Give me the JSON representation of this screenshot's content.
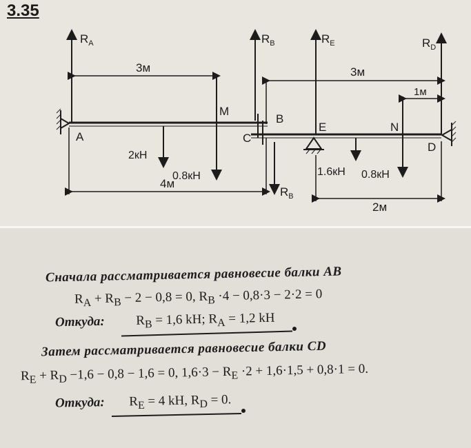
{
  "problem": {
    "number": "3.35"
  },
  "diagram": {
    "labels": {
      "RA": "R",
      "RA_sub": "A",
      "RB_top": "R",
      "RB_top_sub": "B",
      "RE": "R",
      "RE_sub": "E",
      "RD": "R",
      "RD_sub": "D",
      "RB_bottom": "R",
      "RB_bottom_sub": "B",
      "A": "A",
      "M": "M",
      "B": "B",
      "C": "C",
      "E": "E",
      "N": "N",
      "D": "D"
    },
    "dims": {
      "ab_3m": "3м",
      "cd_3m": "3м",
      "nd_1m": "1м",
      "ab_4m": "4м",
      "ed_2m": "2м"
    },
    "loads": {
      "f2": "2кН",
      "f08_left": "0.8кН",
      "f16": "1.6кН",
      "f08_right": "0.8кН"
    }
  },
  "solution": {
    "line1": "Сначала рассматривается равновесие балки AB",
    "eq1a": "R",
    "eq1a_sub": "A",
    "eq1b": " + R",
    "eq1b_sub": "B",
    "eq1c": " − 2 − 0,8 = 0,  R",
    "eq1c_sub": "B",
    "eq1d": " ·4 − 0,8·3 − 2·2 = 0",
    "res1_label": "Откуда:",
    "res1a": "R",
    "res1a_sub": "B",
    "res1b": " = 1,6 kH;     R",
    "res1b_sub": "A",
    "res1c": " = 1,2 kH",
    "line2": "Затем рассматривается равновесие балки CD",
    "eq2a": "R",
    "eq2a_sub": "E",
    "eq2b": " + R",
    "eq2b_sub": "D",
    "eq2c": " −1,6 − 0,8 − 1,6 = 0,  1,6·3 − R",
    "eq2c_sub": "E",
    "eq2d": " ·2 + 1,6·1,5 + 0,8·1 = 0.",
    "res2_label": "Откуда:",
    "res2a": "R",
    "res2a_sub": "E",
    "res2b": " = 4 kH,     R",
    "res2b_sub": "D",
    "res2c": " = 0."
  }
}
